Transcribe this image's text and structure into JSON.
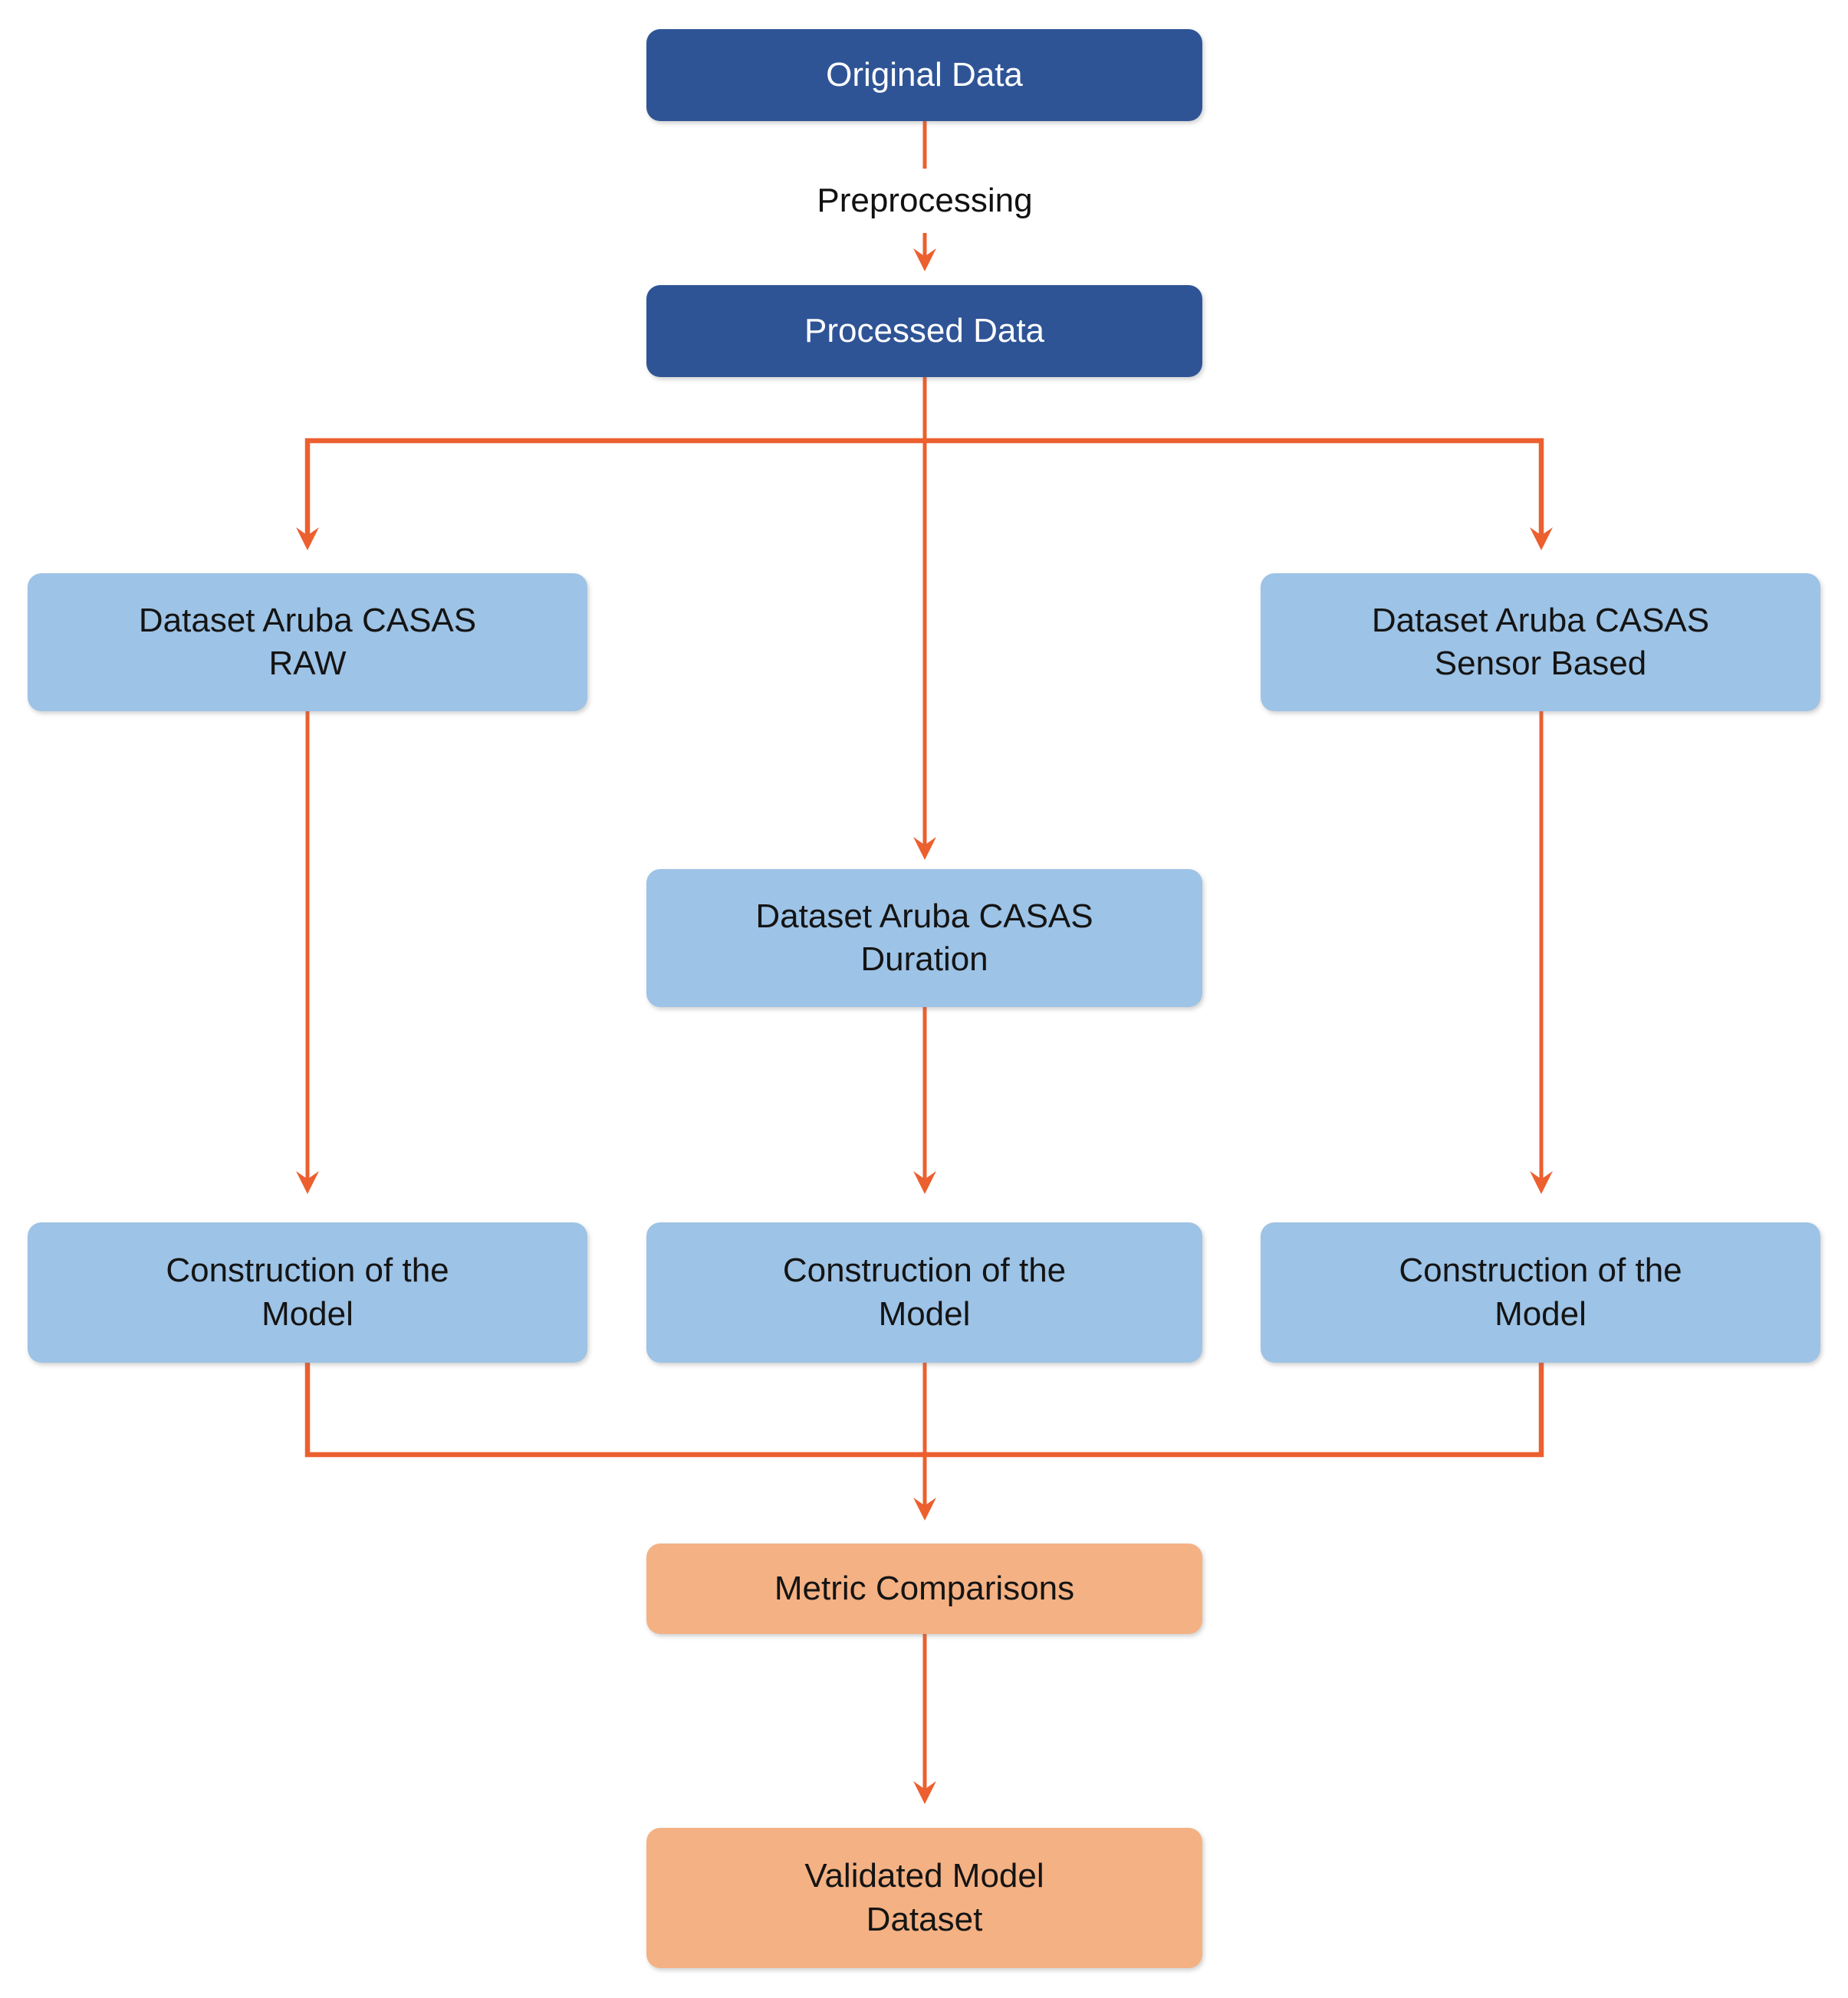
{
  "figure": {
    "type": "flowchart",
    "background": "#FFFFFF",
    "colors": {
      "node_dark_blue": "#2F5496",
      "node_light_blue": "#9DC3E6",
      "node_peach": "#F4B183",
      "arrow_orange": "#EC5F2F",
      "text_on_dark": "#FFFFFF",
      "text_on_light": "#141414"
    },
    "nodes": {
      "original_data": {
        "label": "Original Data"
      },
      "processed_data": {
        "label": "Processed Data"
      },
      "dataset_raw": {
        "label": "Dataset Aruba CASAS\nRAW"
      },
      "dataset_duration": {
        "label": "Dataset Aruba CASAS\nDuration"
      },
      "dataset_sensor_based": {
        "label": "Dataset Aruba CASAS\nSensor Based"
      },
      "construction_left": {
        "label": "Construction of the\nModel"
      },
      "construction_center": {
        "label": "Construction of the\nModel"
      },
      "construction_right": {
        "label": "Construction of the\nModel"
      },
      "metric_comparisons": {
        "label": "Metric Comparisons"
      },
      "validated_model_dataset": {
        "label": "Validated Model\nDataset"
      }
    },
    "edges": [
      {
        "from": "original_data",
        "to": "processed_data",
        "label": "Preprocessing"
      },
      {
        "from": "processed_data",
        "to": "dataset_raw"
      },
      {
        "from": "processed_data",
        "to": "dataset_duration"
      },
      {
        "from": "processed_data",
        "to": "dataset_sensor_based"
      },
      {
        "from": "dataset_raw",
        "to": "construction_left"
      },
      {
        "from": "dataset_duration",
        "to": "construction_center"
      },
      {
        "from": "dataset_sensor_based",
        "to": "construction_right"
      },
      {
        "from": "construction_left",
        "to": "metric_comparisons"
      },
      {
        "from": "construction_center",
        "to": "metric_comparisons"
      },
      {
        "from": "construction_right",
        "to": "metric_comparisons"
      },
      {
        "from": "metric_comparisons",
        "to": "validated_model_dataset"
      }
    ]
  }
}
